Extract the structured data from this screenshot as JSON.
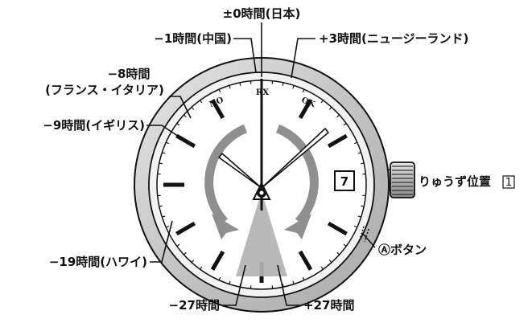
{
  "labels": {
    "top": "±0時間(日本)",
    "minus1": "−1時間(中国)",
    "plus3": "+3時間(ニュージーランド)",
    "minus8_line1": "−8時間",
    "minus8_line2": "(フランス・イタリア)",
    "minus9": "−9時間(イギリス)",
    "minus19": "−19時間(ハワイ)",
    "minus27": "−27時間",
    "plus27": "+27時間",
    "crown": "りゅうず位置",
    "crown_num": "1",
    "button": "Ⓐボタン"
  },
  "dial": {
    "left_mark": "NO",
    "top_mark": "RX",
    "right_mark": "OK",
    "date": "7"
  }
}
